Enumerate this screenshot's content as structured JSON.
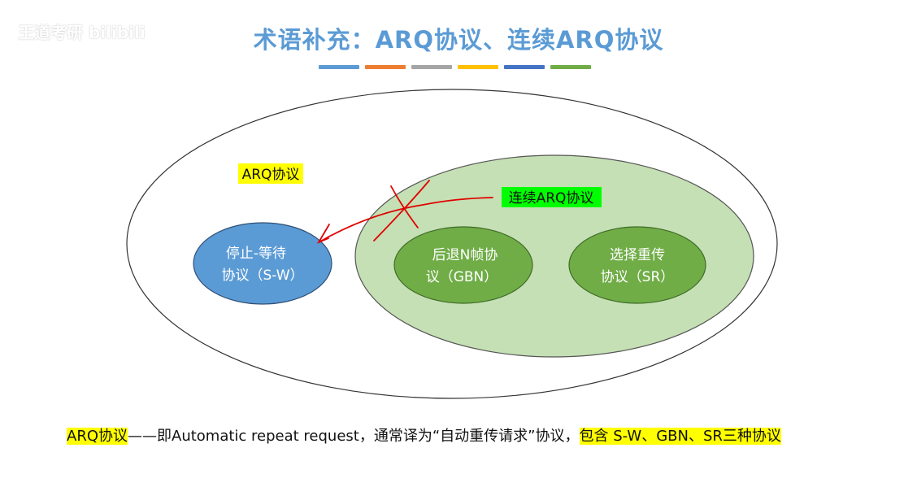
{
  "watermark": {
    "text": "王道考研 bilibili"
  },
  "title": "术语补充：ARQ协议、连续ARQ协议",
  "title_bars": {
    "colors": [
      "#5b9bd5",
      "#ed7d31",
      "#a5a5a5",
      "#ffc000",
      "#4472c4",
      "#70ad47"
    ]
  },
  "diagram": {
    "outer_label": "ARQ协议",
    "inner_label": "连续ARQ协议",
    "nodes": {
      "sw": {
        "line1": "停止-等待",
        "line2": "协议（S-W）"
      },
      "gbn": {
        "line1": "后退N帧协",
        "line2": "议（GBN）"
      },
      "sr": {
        "line1": "选择重传",
        "line2": "协议（SR）"
      }
    },
    "colors": {
      "outer_fill": "#ffffff",
      "inner_fill": "#c5e0b4",
      "sw_fill": "#5b9bd5",
      "gbn_fill": "#70ad47",
      "sr_fill": "#70ad47",
      "annotation_red": "#e00000",
      "label_yellow": "#ffff00",
      "label_green": "#00ff00"
    }
  },
  "footer": {
    "term": "ARQ协议",
    "dash": "——",
    "middle": "即Automatic repeat request，通常译为“自动重传请求”协议，",
    "highlight": "包含 S-W、GBN、SR三种协议"
  }
}
